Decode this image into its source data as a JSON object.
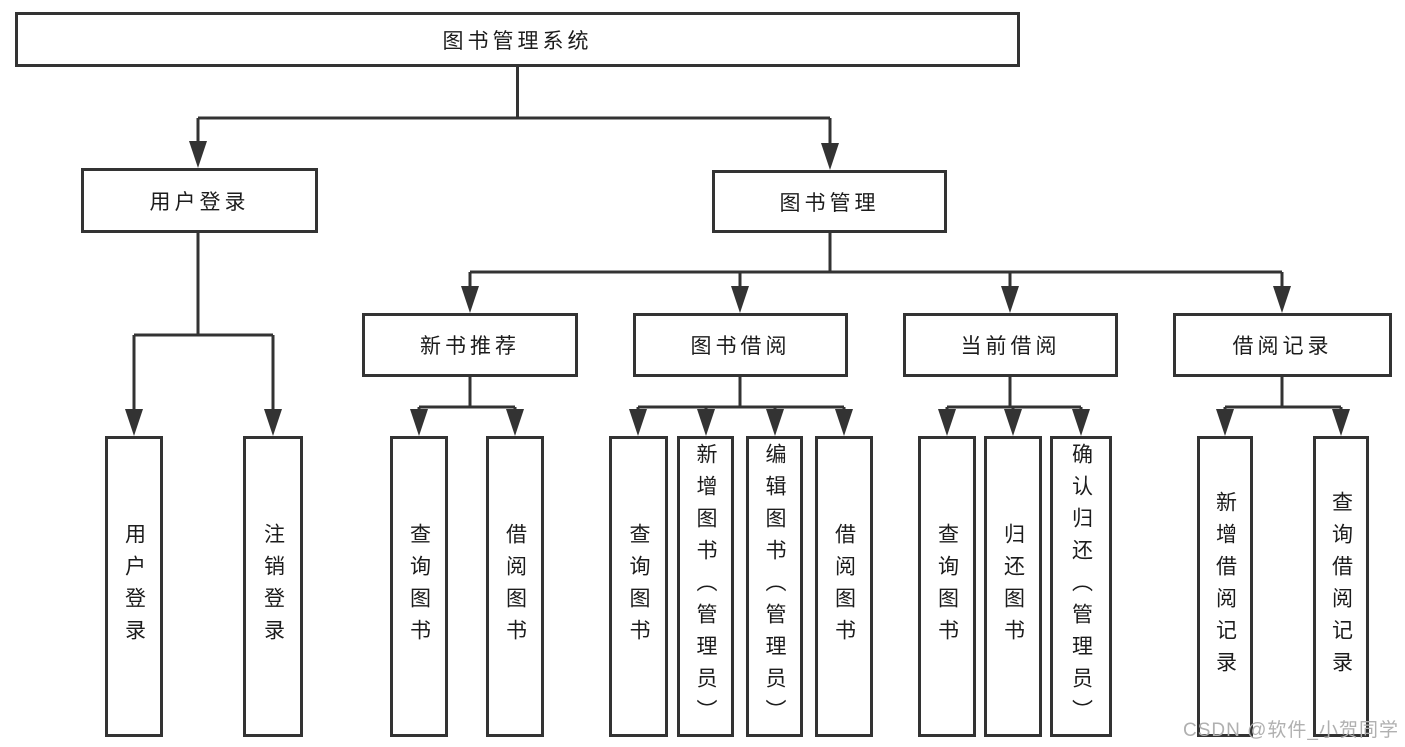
{
  "tree": {
    "label": "图书管理系统",
    "children": [
      {
        "label": "用户登录",
        "children": [
          {
            "label": "用户登录"
          },
          {
            "label": "注销登录"
          }
        ]
      },
      {
        "label": "图书管理",
        "children": [
          {
            "label": "新书推荐",
            "children": [
              {
                "label": "查询图书"
              },
              {
                "label": "借阅图书"
              }
            ]
          },
          {
            "label": "图书借阅",
            "children": [
              {
                "label": "查询图书"
              },
              {
                "label": "新增图书（管理员）"
              },
              {
                "label": "编辑图书（管理员）"
              },
              {
                "label": "借阅图书"
              }
            ]
          },
          {
            "label": "当前借阅",
            "children": [
              {
                "label": "查询图书"
              },
              {
                "label": "归还图书"
              },
              {
                "label": "确认归还（管理员）"
              }
            ]
          },
          {
            "label": "借阅记录",
            "children": [
              {
                "label": "新增借阅记录"
              },
              {
                "label": "查询借阅记录"
              }
            ]
          }
        ]
      }
    ]
  },
  "watermark": {
    "text": "CSDN @软件_小贺同学"
  },
  "colors": {
    "line": "#333333",
    "text": "#1c1c1c",
    "box_background": "#ffffff",
    "watermark": "#b0b0b0",
    "page_background": "#ffffff"
  }
}
